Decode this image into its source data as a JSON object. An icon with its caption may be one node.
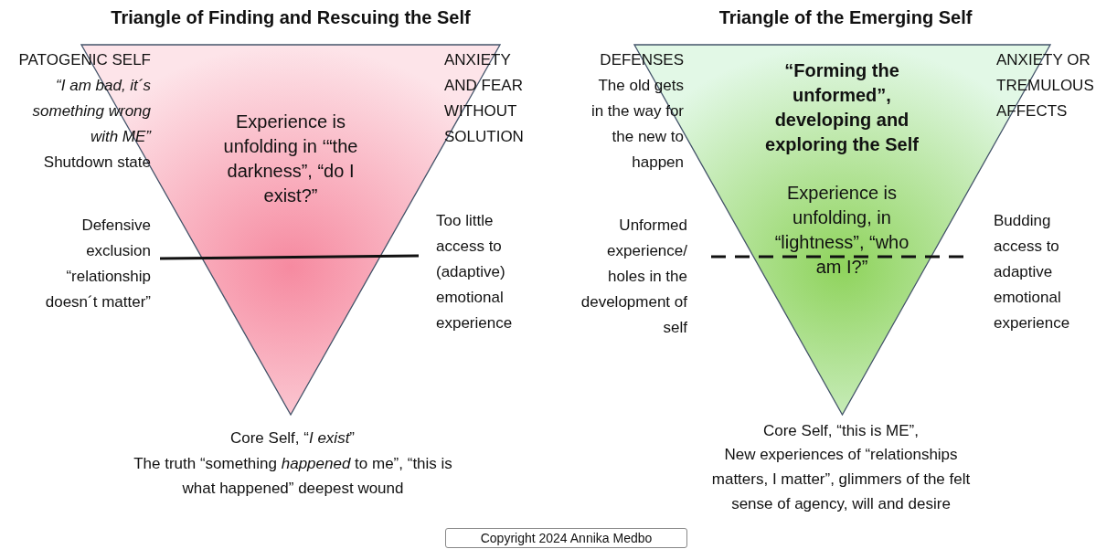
{
  "diagram": {
    "nodes": [
      {
        "text": [
          "Experience is unfolding in ‘“the darkness”, “do I exist?”"
        ]
      },
      {
        "text": [
          "“Forming the unformed”, developing and exploring the Self",
          "Experience is unfolding, in “lightness”, “who am I?”"
        ]
      }
    ],
    "labels": [
      "Triangle of Finding and Rescuing the Self",
      "Triangle of the Emerging Self",
      "PATOGENIC SELF",
      "“I am bad, it´s something wrong with ME”",
      "Shutdown state",
      "ANXIETY AND FEAR WITHOUT SOLUTION",
      "DEFENSES",
      "The old gets in the way for the new to happen",
      "ANXIETY OR TREMULOUS AFFECTS",
      "Defensive exclusion “relationship doesn´t matter”",
      "Too little access to (adaptive) emotional experience",
      "Unformed experience/ holes in the development of self",
      "Budding access to adaptive emotional experience",
      "Core Self, “*I exist*”",
      "The truth “something *happened* to me”, “this is what happened” deepest wound",
      "Core Self, “this is ME”,",
      "New experiences of “relationships matters, I matter”, glimmers of the felt sense of agency, will and desire",
      "Copyright 2024 Annika Medbo"
    ]
  }
}
